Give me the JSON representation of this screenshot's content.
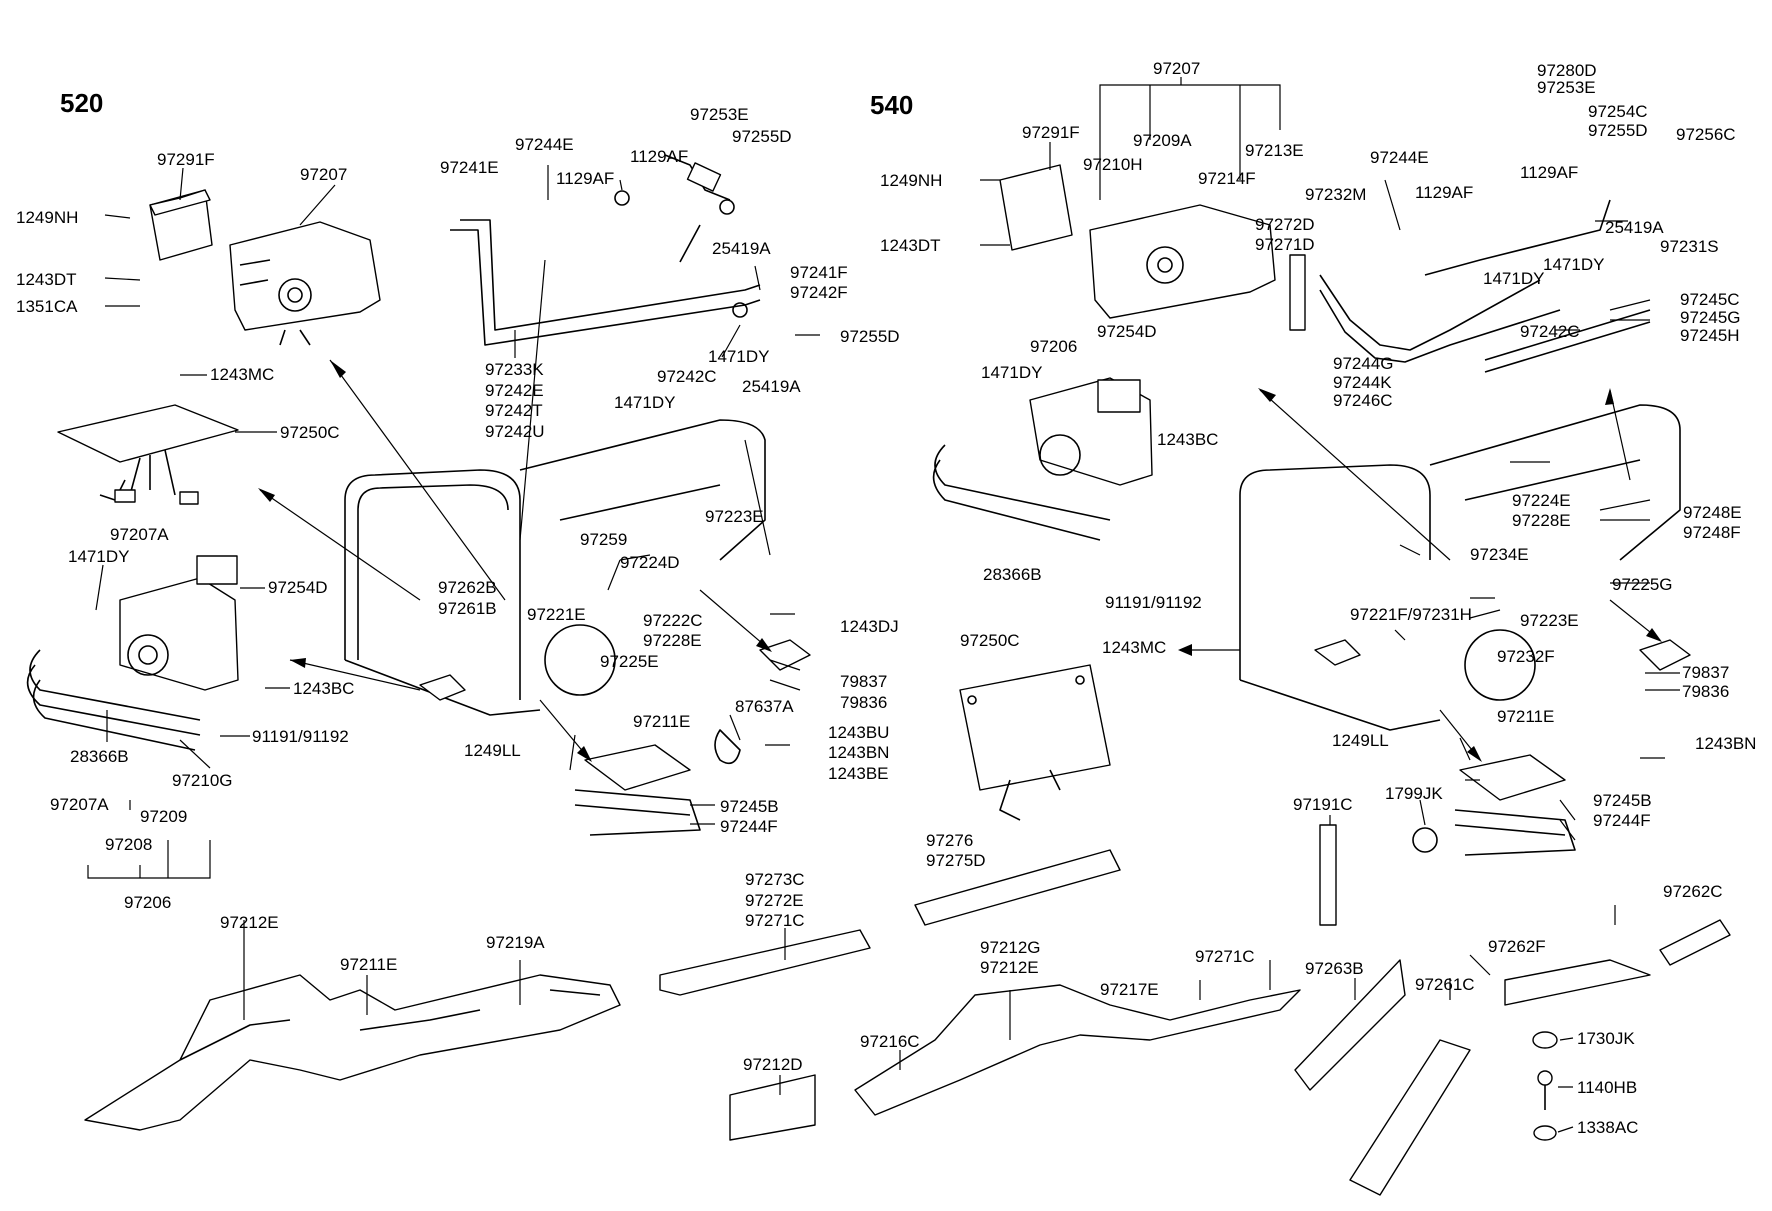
{
  "sections": {
    "left": "520",
    "right": "540"
  },
  "labels": {
    "l_97291F": "97291F",
    "l_97207": "97207",
    "l_1249NH": "1249NH",
    "l_1243DT": "1243DT",
    "l_1351CA": "1351CA",
    "l_1243MC": "1243MC",
    "l_97250C": "97250C",
    "l_97207A": "97207A",
    "l_1471DY": "1471DY",
    "l_97254D": "97254D",
    "l_1243BC": "1243BC",
    "l_91191": "91191/91192",
    "l_28366B": "28366B",
    "l_97210G": "97210G",
    "l_97207A_b": "97207A",
    "l_97209": "97209",
    "l_97208": "97208",
    "l_97206": "97206",
    "l_97241E": "97241E",
    "l_97244E": "97244E",
    "l_1129AF_a": "1129AF",
    "l_1129AF_b": "1129AF",
    "l_97253E": "97253E",
    "l_97255D": "97255D",
    "l_25419A": "25419A",
    "l_97241F": "97241F",
    "l_97242F": "97242F",
    "l_97255D_b": "97255D",
    "l_1471DY_b": "1471DY",
    "l_97242C": "97242C",
    "l_1471DY_c": "1471DY",
    "l_25419A_b": "25419A",
    "l_97233K": "97233K",
    "l_97242E": "97242E",
    "l_97242T": "97242T",
    "l_97242U": "97242U",
    "l_97223E": "97223E",
    "l_97259": "97259",
    "l_97224D": "97224D",
    "l_97262B": "97262B",
    "l_97261B": "97261B",
    "l_97221E": "97221E",
    "l_97222C": "97222C",
    "l_97228E": "97228E",
    "l_97225E": "97225E",
    "l_1243DJ": "1243DJ",
    "l_79837": "79837",
    "l_79836": "79836",
    "l_97211E": "97211E",
    "l_87637A": "87637A",
    "l_1243BU": "1243BU",
    "l_1243BN": "1243BN",
    "l_1243BE": "1243BE",
    "l_1249LL": "1249LL",
    "l_97245B": "97245B",
    "l_97244F": "97244F",
    "l_97212E": "97212E",
    "l_97211E_b": "97211E",
    "l_97219A": "97219A",
    "l_97273C": "97273C",
    "l_97272E": "97272E",
    "l_97271C": "97271C",
    "l_97212D": "97212D",
    "r_97207": "97207",
    "r_97291F": "97291F",
    "r_97209A": "97209A",
    "r_97213E": "97213E",
    "r_97210H": "97210H",
    "r_97214F": "97214F",
    "r_1249NH": "1249NH",
    "r_1243DT": "1243DT",
    "r_97280D": "97280D",
    "r_97253E": "97253E",
    "r_97254C": "97254C",
    "r_97255D": "97255D",
    "r_97256C": "97256C",
    "r_97244E": "97244E",
    "r_1129AF_a": "1129AF",
    "r_1129AF_b": "1129AF",
    "r_97232M": "97232M",
    "r_25419A": "25419A",
    "r_97231S": "97231S",
    "r_97272D": "97272D",
    "r_97271D": "97271D",
    "r_1471DY_a": "1471DY",
    "r_1471DY_b": "1471DY",
    "r_97245C": "97245C",
    "r_97245G": "97245G",
    "r_97245H": "97245H",
    "r_97242C": "97242C",
    "r_97244G": "97244G",
    "r_97244K": "97244K",
    "r_97246C": "97246C",
    "r_97206": "97206",
    "r_97254D": "97254D",
    "r_1471DY_c": "1471DY",
    "r_1243BC": "1243BC",
    "r_28366B": "28366B",
    "r_91191": "91191/91192",
    "r_97224E": "97224E",
    "r_97228E": "97228E",
    "r_97248E": "97248E",
    "r_97248F": "97248F",
    "r_97234E": "97234E",
    "r_97225G": "97225G",
    "r_97221F": "97221F/97231H",
    "r_97223E": "97223E",
    "r_97232F": "97232F",
    "r_97250C": "97250C",
    "r_1243MC": "1243MC",
    "r_79837": "79837",
    "r_79836": "79836",
    "r_97211E": "97211E",
    "r_1249LL": "1249LL",
    "r_1243BN": "1243BN",
    "r_97191C": "97191C",
    "r_1799JK": "1799JK",
    "r_97245B": "97245B",
    "r_97244F": "97244F",
    "r_97276": "97276",
    "r_97275D": "97275D",
    "r_97262C": "97262C",
    "r_97262F": "97262F",
    "r_97263B": "97263B",
    "r_97261C": "97261C",
    "r_97212G": "97212G",
    "r_97212E": "97212E",
    "r_97271C": "97271C",
    "r_97217E": "97217E",
    "r_97216C": "97216C",
    "r_1730JK": "1730JK",
    "r_1140HB": "1140HB",
    "r_1338AC": "1338AC"
  }
}
